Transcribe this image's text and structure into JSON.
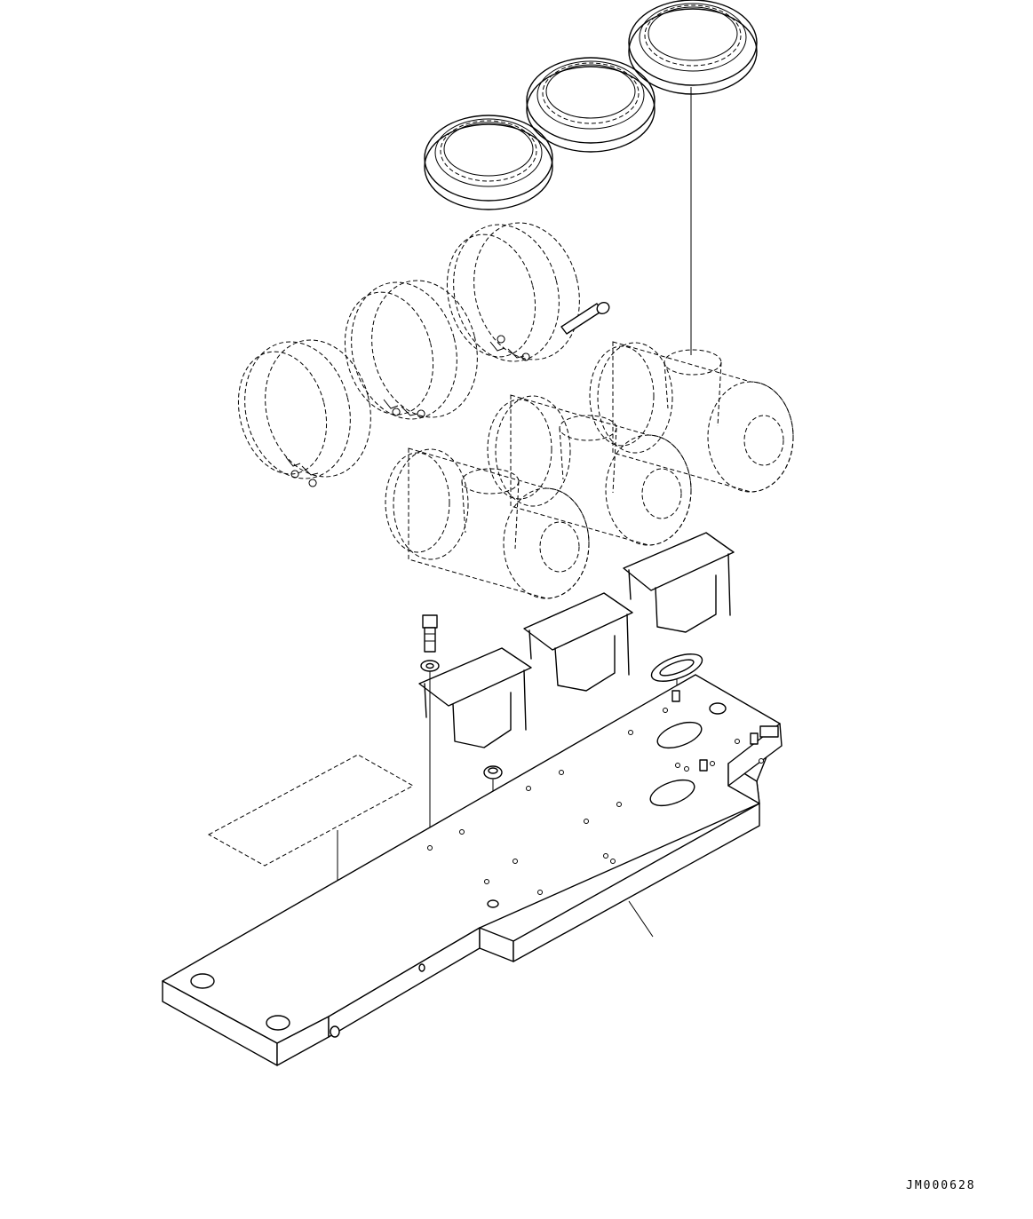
{
  "drawing": {
    "code": "JM000628"
  },
  "parts": {
    "caps": [
      "cap",
      "cap",
      "cap"
    ],
    "clamps": [
      "clamp",
      "clamp",
      "clamp"
    ],
    "filters": [
      "air-cleaner",
      "air-cleaner",
      "air-cleaner"
    ],
    "brackets": [
      "bracket",
      "bracket",
      "bracket"
    ],
    "fasteners": [
      "bolt",
      "washer",
      "grommet",
      "seal",
      "bolt"
    ],
    "base": "mounting-plate",
    "label": "label"
  }
}
